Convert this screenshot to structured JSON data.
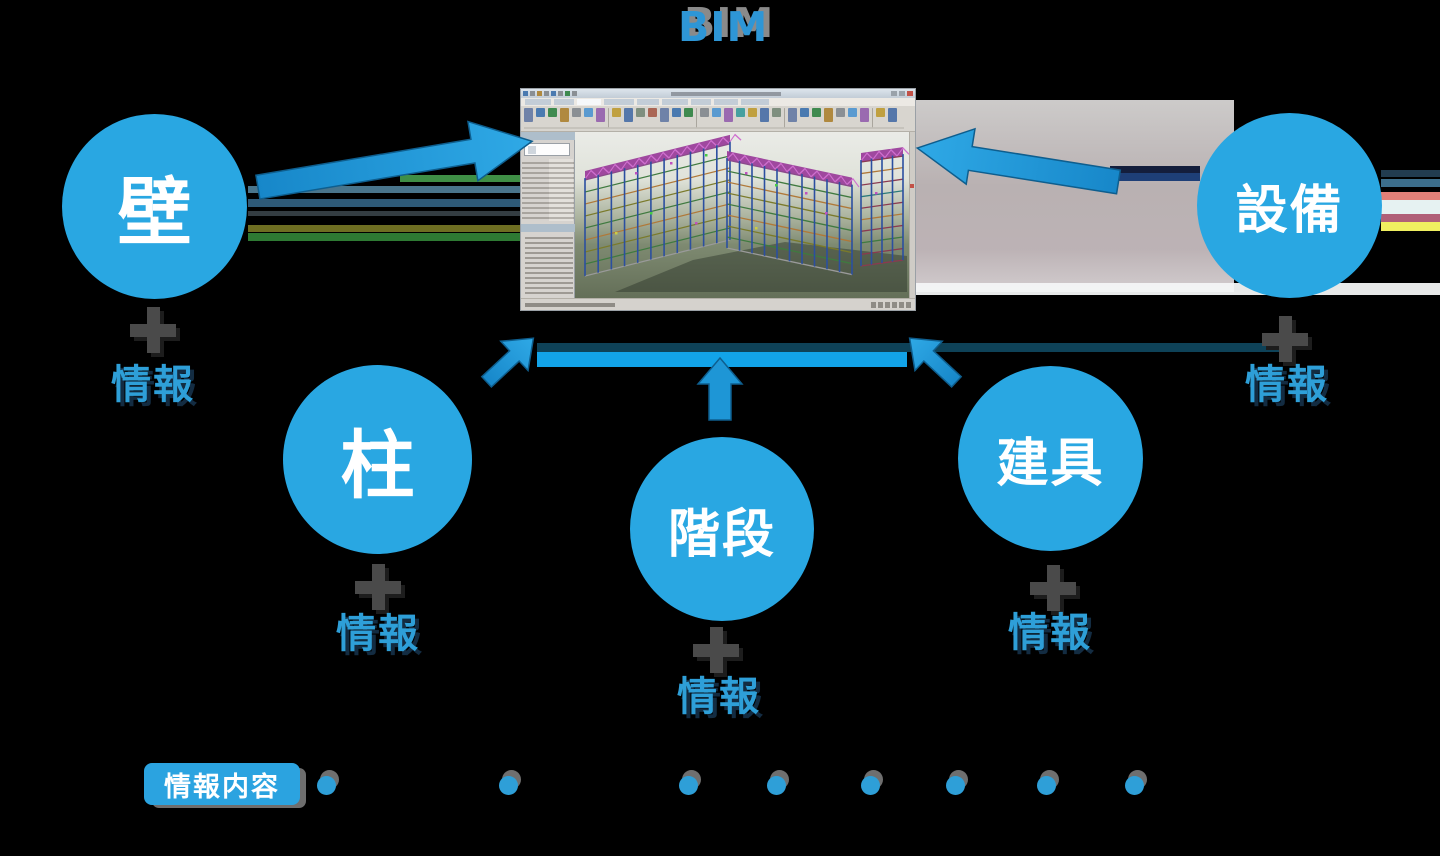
{
  "title": "BIM",
  "nodes": [
    {
      "id": "kabe",
      "label": "壁",
      "plus": "+",
      "info": "情報"
    },
    {
      "id": "hashira",
      "label": "柱",
      "plus": "+",
      "info": "情報"
    },
    {
      "id": "kaidan",
      "label": "階段",
      "plus": "+",
      "info": "情報"
    },
    {
      "id": "tategu",
      "label": "建具",
      "plus": "+",
      "info": "情報"
    },
    {
      "id": "setsubi",
      "label": "設備",
      "plus": "+",
      "info": "情報"
    }
  ],
  "legend": {
    "label": "情報内容",
    "bullet_count": 8
  },
  "colors": {
    "node_blue": "#29a7e2",
    "info_text_blue": "#2e9fd8",
    "bar_bright": "#12a3e8",
    "bar_dark": "#0e4258",
    "plus_gray": "#4a4a4a",
    "title_blue": "#2e96d6"
  }
}
